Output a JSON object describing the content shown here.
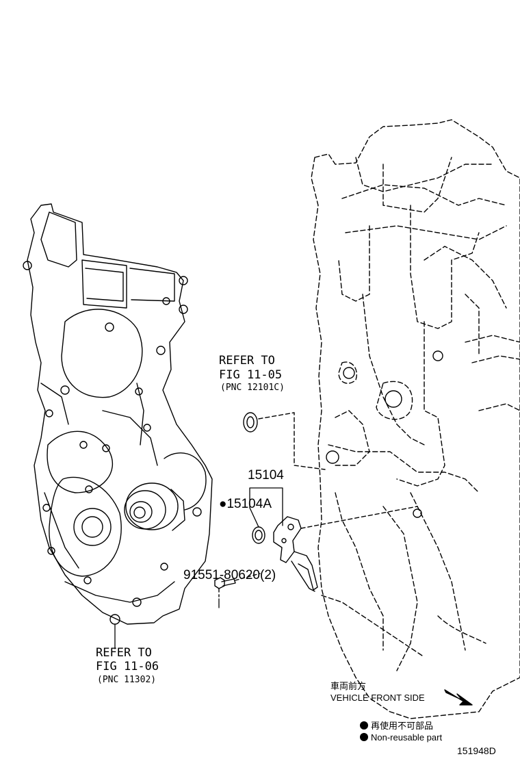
{
  "refs": {
    "upper": {
      "line1": "REFER TO",
      "line2": "FIG 11-05",
      "line3": "(PNC 12101C)"
    },
    "lower": {
      "line1": "REFER TO",
      "line2": "FIG 11-06",
      "line3": "(PNC 11302)"
    }
  },
  "parts": {
    "sensor": "15104",
    "oring_marker": "●",
    "oring": "15104A",
    "bolt": "91551-80620(2)"
  },
  "direction": {
    "jp": "車両前方",
    "en": "VEHICLE FRONT SIDE"
  },
  "legend": {
    "jp": "再使用不可部品",
    "en": "Non-reusable part"
  },
  "figure_id": "151948D"
}
